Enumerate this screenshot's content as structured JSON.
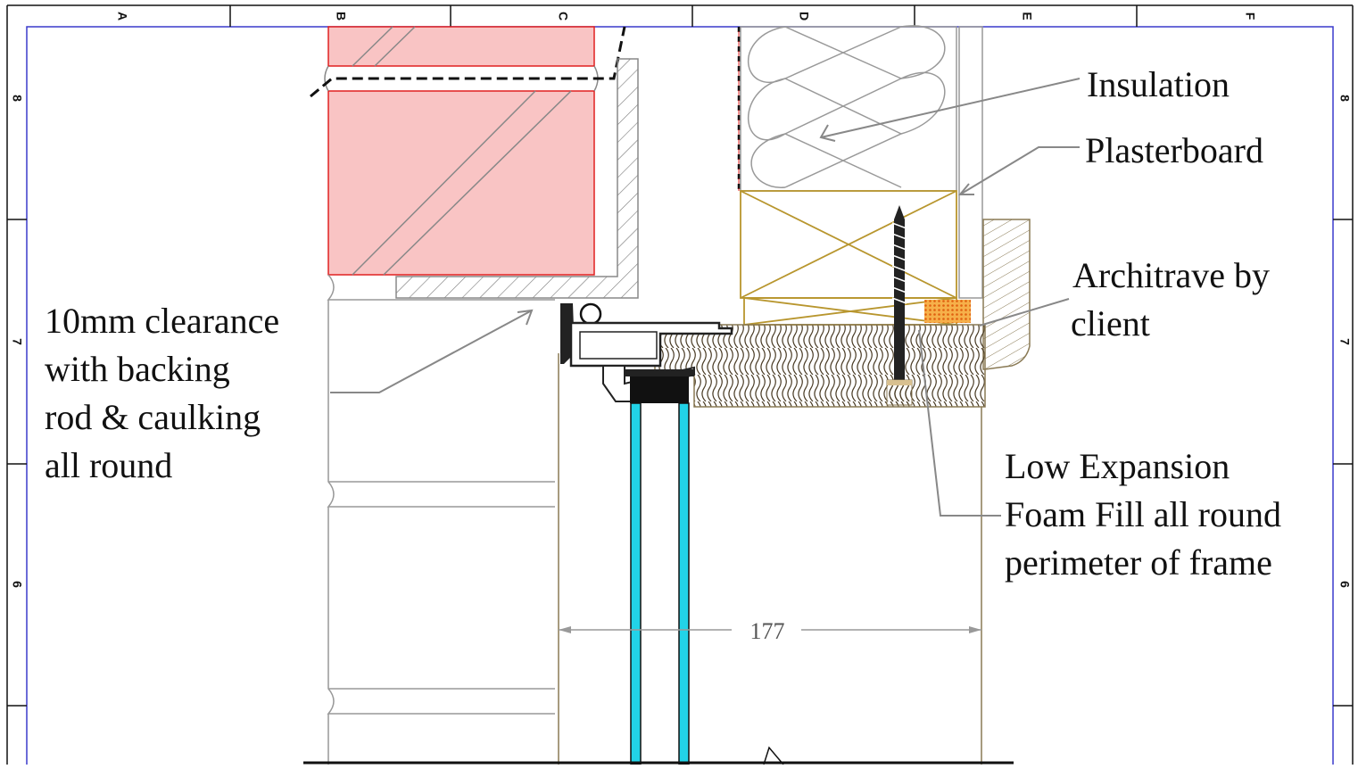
{
  "drawing": {
    "grid_columns": [
      "A",
      "B",
      "C",
      "D",
      "E",
      "F"
    ],
    "grid_rows": [
      "8",
      "7",
      "6"
    ],
    "annotations": {
      "insulation": "Insulation",
      "plasterboard": "Plasterboard",
      "architrave_line1": "Architrave by",
      "architrave_line2": "client",
      "clearance_line1": "10mm clearance",
      "clearance_line2": "with  backing",
      "clearance_line3": "rod & caulking",
      "clearance_line4": "all round",
      "foam_line1": "Low Expansion",
      "foam_line2": "Foam Fill all round",
      "foam_line3": "perimeter of frame"
    },
    "dimension": "177",
    "colors": {
      "border": "#3a3acc",
      "brick_fill": "#f9c4c4",
      "brick_outline": "#e02020",
      "timber": "#b8962e",
      "frame": "#8a7a55",
      "glass": "#22d3e8",
      "foam": "#f0a030",
      "leader": "#888888"
    }
  }
}
